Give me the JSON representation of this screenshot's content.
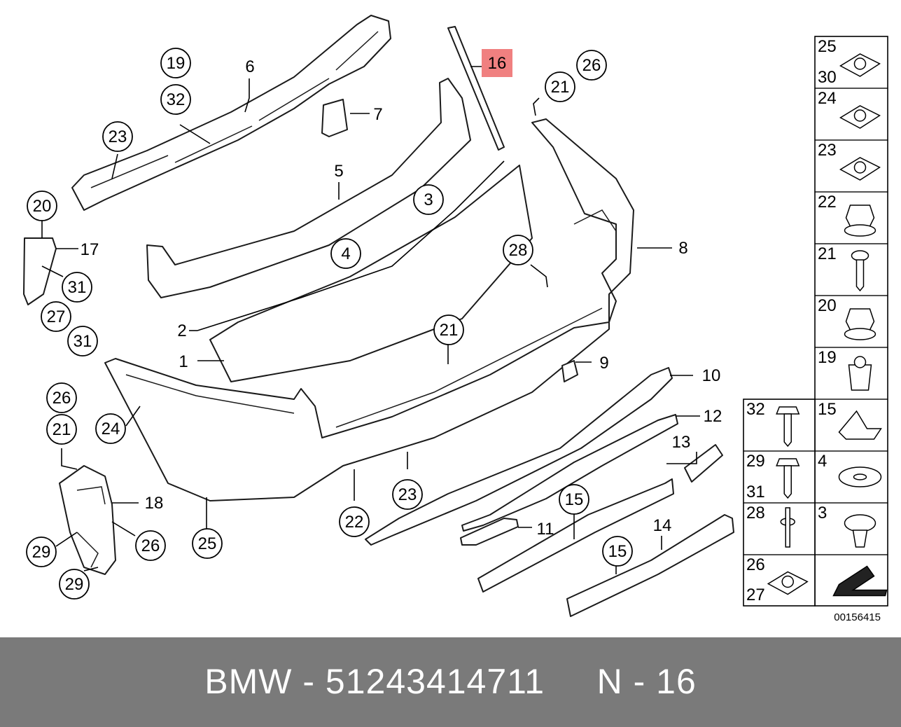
{
  "diagram": {
    "highlight_color": "#f08080",
    "background": "#ffffff",
    "drawing_number": "00156415",
    "callouts": [
      {
        "id": "c19a",
        "label": "19",
        "circled": true
      },
      {
        "id": "c6",
        "label": "6",
        "circled": false
      },
      {
        "id": "c32a",
        "label": "32",
        "circled": true
      },
      {
        "id": "c7",
        "label": "7",
        "circled": false
      },
      {
        "id": "c23a",
        "label": "23",
        "circled": true
      },
      {
        "id": "c16",
        "label": "16",
        "circled": false,
        "highlighted": true
      },
      {
        "id": "c26a",
        "label": "26",
        "circled": true
      },
      {
        "id": "c21a",
        "label": "21",
        "circled": true
      },
      {
        "id": "c5",
        "label": "5",
        "circled": false
      },
      {
        "id": "c3",
        "label": "3",
        "circled": true
      },
      {
        "id": "c20",
        "label": "20",
        "circled": true
      },
      {
        "id": "c17",
        "label": "17",
        "circled": false
      },
      {
        "id": "c31a",
        "label": "31",
        "circled": true
      },
      {
        "id": "c4",
        "label": "4",
        "circled": true
      },
      {
        "id": "c28",
        "label": "28",
        "circled": true
      },
      {
        "id": "c8",
        "label": "8",
        "circled": false
      },
      {
        "id": "c27",
        "label": "27",
        "circled": true
      },
      {
        "id": "c31b",
        "label": "31",
        "circled": true
      },
      {
        "id": "c2",
        "label": "2",
        "circled": false
      },
      {
        "id": "c21b",
        "label": "21",
        "circled": true
      },
      {
        "id": "c1",
        "label": "1",
        "circled": false
      },
      {
        "id": "c9",
        "label": "9",
        "circled": false
      },
      {
        "id": "c10",
        "label": "10",
        "circled": false
      },
      {
        "id": "c26b",
        "label": "26",
        "circled": true
      },
      {
        "id": "c24",
        "label": "24",
        "circled": true
      },
      {
        "id": "c12",
        "label": "12",
        "circled": false
      },
      {
        "id": "c21c",
        "label": "21",
        "circled": true
      },
      {
        "id": "c13",
        "label": "13",
        "circled": false
      },
      {
        "id": "c18",
        "label": "18",
        "circled": false
      },
      {
        "id": "c23b",
        "label": "23",
        "circled": true
      },
      {
        "id": "c15a",
        "label": "15",
        "circled": true
      },
      {
        "id": "c22",
        "label": "22",
        "circled": true
      },
      {
        "id": "c11",
        "label": "11",
        "circled": false
      },
      {
        "id": "c14",
        "label": "14",
        "circled": false
      },
      {
        "id": "c29a",
        "label": "29",
        "circled": true
      },
      {
        "id": "c26c",
        "label": "26",
        "circled": true
      },
      {
        "id": "c25",
        "label": "25",
        "circled": true
      },
      {
        "id": "c15b",
        "label": "15",
        "circled": true
      },
      {
        "id": "c29b",
        "label": "29",
        "circled": true
      }
    ],
    "legend": [
      {
        "id": "L25",
        "labels": [
          "25",
          "30"
        ],
        "icon": "spring-clip-nut-icon"
      },
      {
        "id": "L24",
        "labels": [
          "24"
        ],
        "icon": "clip-nut-icon"
      },
      {
        "id": "L23",
        "labels": [
          "23"
        ],
        "icon": "clip-nut-icon"
      },
      {
        "id": "L22",
        "labels": [
          "22"
        ],
        "icon": "hex-collar-nut-icon"
      },
      {
        "id": "L21",
        "labels": [
          "21"
        ],
        "icon": "screw-icon"
      },
      {
        "id": "L20",
        "labels": [
          "20"
        ],
        "icon": "hex-collar-nut-icon"
      },
      {
        "id": "L19",
        "labels": [
          "19"
        ],
        "icon": "expanding-nut-icon"
      },
      {
        "id": "L32",
        "labels": [
          "32"
        ],
        "icon": "hex-screw-icon"
      },
      {
        "id": "L15",
        "labels": [
          "15"
        ],
        "icon": "clip-icon"
      },
      {
        "id": "L29",
        "labels": [
          "29",
          "31"
        ],
        "icon": "hex-screw-icon"
      },
      {
        "id": "L4",
        "labels": [
          "4"
        ],
        "icon": "washer-icon"
      },
      {
        "id": "L28",
        "labels": [
          "28"
        ],
        "icon": "stud-icon"
      },
      {
        "id": "L3",
        "labels": [
          "3"
        ],
        "icon": "expanding-rivet-icon"
      },
      {
        "id": "L26",
        "labels": [
          "26",
          "27"
        ],
        "icon": "clip-nut-icon"
      },
      {
        "id": "Larrow",
        "labels": [],
        "icon": "direction-arrow-icon"
      }
    ]
  },
  "footer": {
    "brand": "BMW",
    "separator": "-",
    "part_number": "51243414711",
    "ref_label": "N",
    "ref_separator": "-",
    "ref_number": "16"
  }
}
